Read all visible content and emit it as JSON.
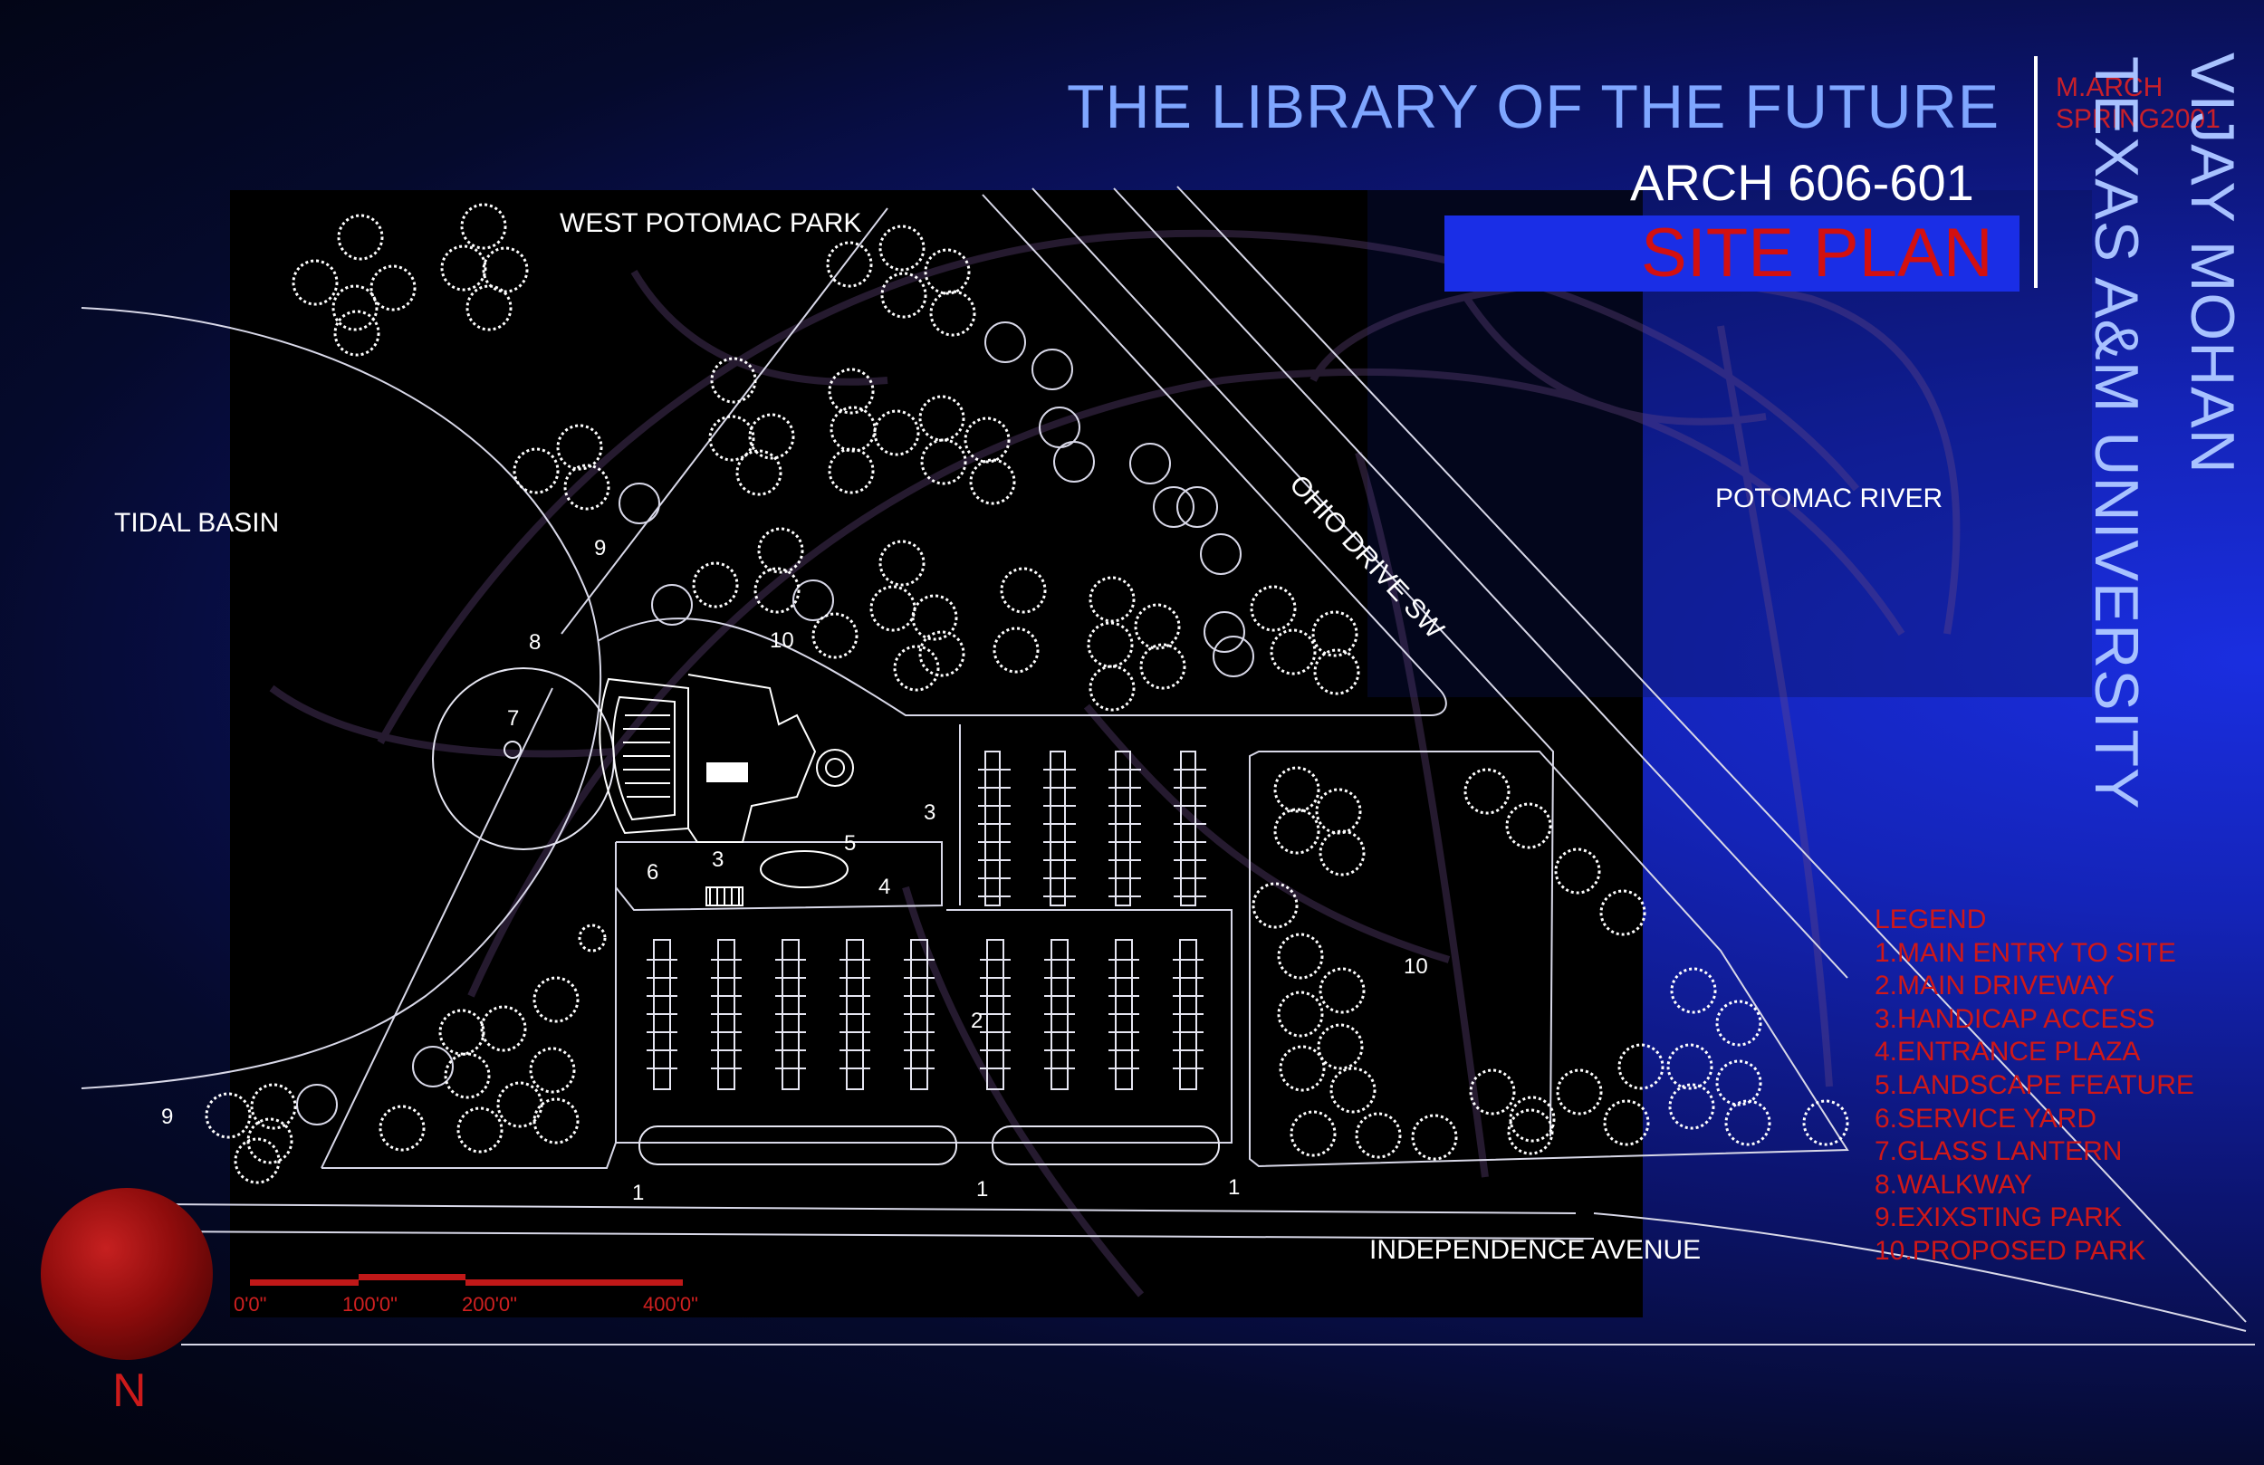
{
  "header": {
    "title": "THE LIBRARY OF THE FUTURE",
    "course": "ARCH 606-601",
    "sheet": "SITE PLAN",
    "program_line1": "M.ARCH",
    "program_line2": "SPRING2001",
    "author": "VIJAY MOHAN",
    "university": "TEXAS A&M UNIVERSITY"
  },
  "labels": {
    "west_potomac_park": "WEST POTOMAC PARK",
    "tidal_basin": "TIDAL BASIN",
    "ohio_drive": "OHIO DRIVE SW",
    "potomac_river": "POTOMAC RIVER",
    "independence_avenue": "INDEPENDENCE AVENUE"
  },
  "zone_numbers": {
    "n9_top": "9",
    "n8": "8",
    "n10_top": "10",
    "n7": "7",
    "n3_right": "3",
    "n6": "6",
    "n3_left": "3",
    "n5": "5",
    "n4": "4",
    "n2": "2",
    "n10_right": "10",
    "n9_bottom": "9",
    "n1_a": "1",
    "n1_b": "1",
    "n1_c": "1"
  },
  "scale_bar": {
    "t0": "0'0\"",
    "t1": "100'0\"",
    "t2": "200'0\"",
    "t3": "400'0\""
  },
  "legend": {
    "title": "LEGEND",
    "items": [
      "1.MAIN ENTRY TO SITE",
      "2.MAIN DRIVEWAY",
      "3.HANDICAP ACCESS",
      "4.ENTRANCE PLAZA",
      "5.LANDSCAPE FEATURE",
      "6.SERVICE YARD",
      "7.GLASS LANTERN",
      "8.WALKWAY",
      "9.EXIXSTING PARK",
      "10.PROPOSED PARK"
    ]
  },
  "north": "N",
  "colors": {
    "title_blue": "#7fa6ff",
    "accent_red": "#d31010",
    "line_white": "#ffffff",
    "band_blue": "#1a2ee6"
  }
}
